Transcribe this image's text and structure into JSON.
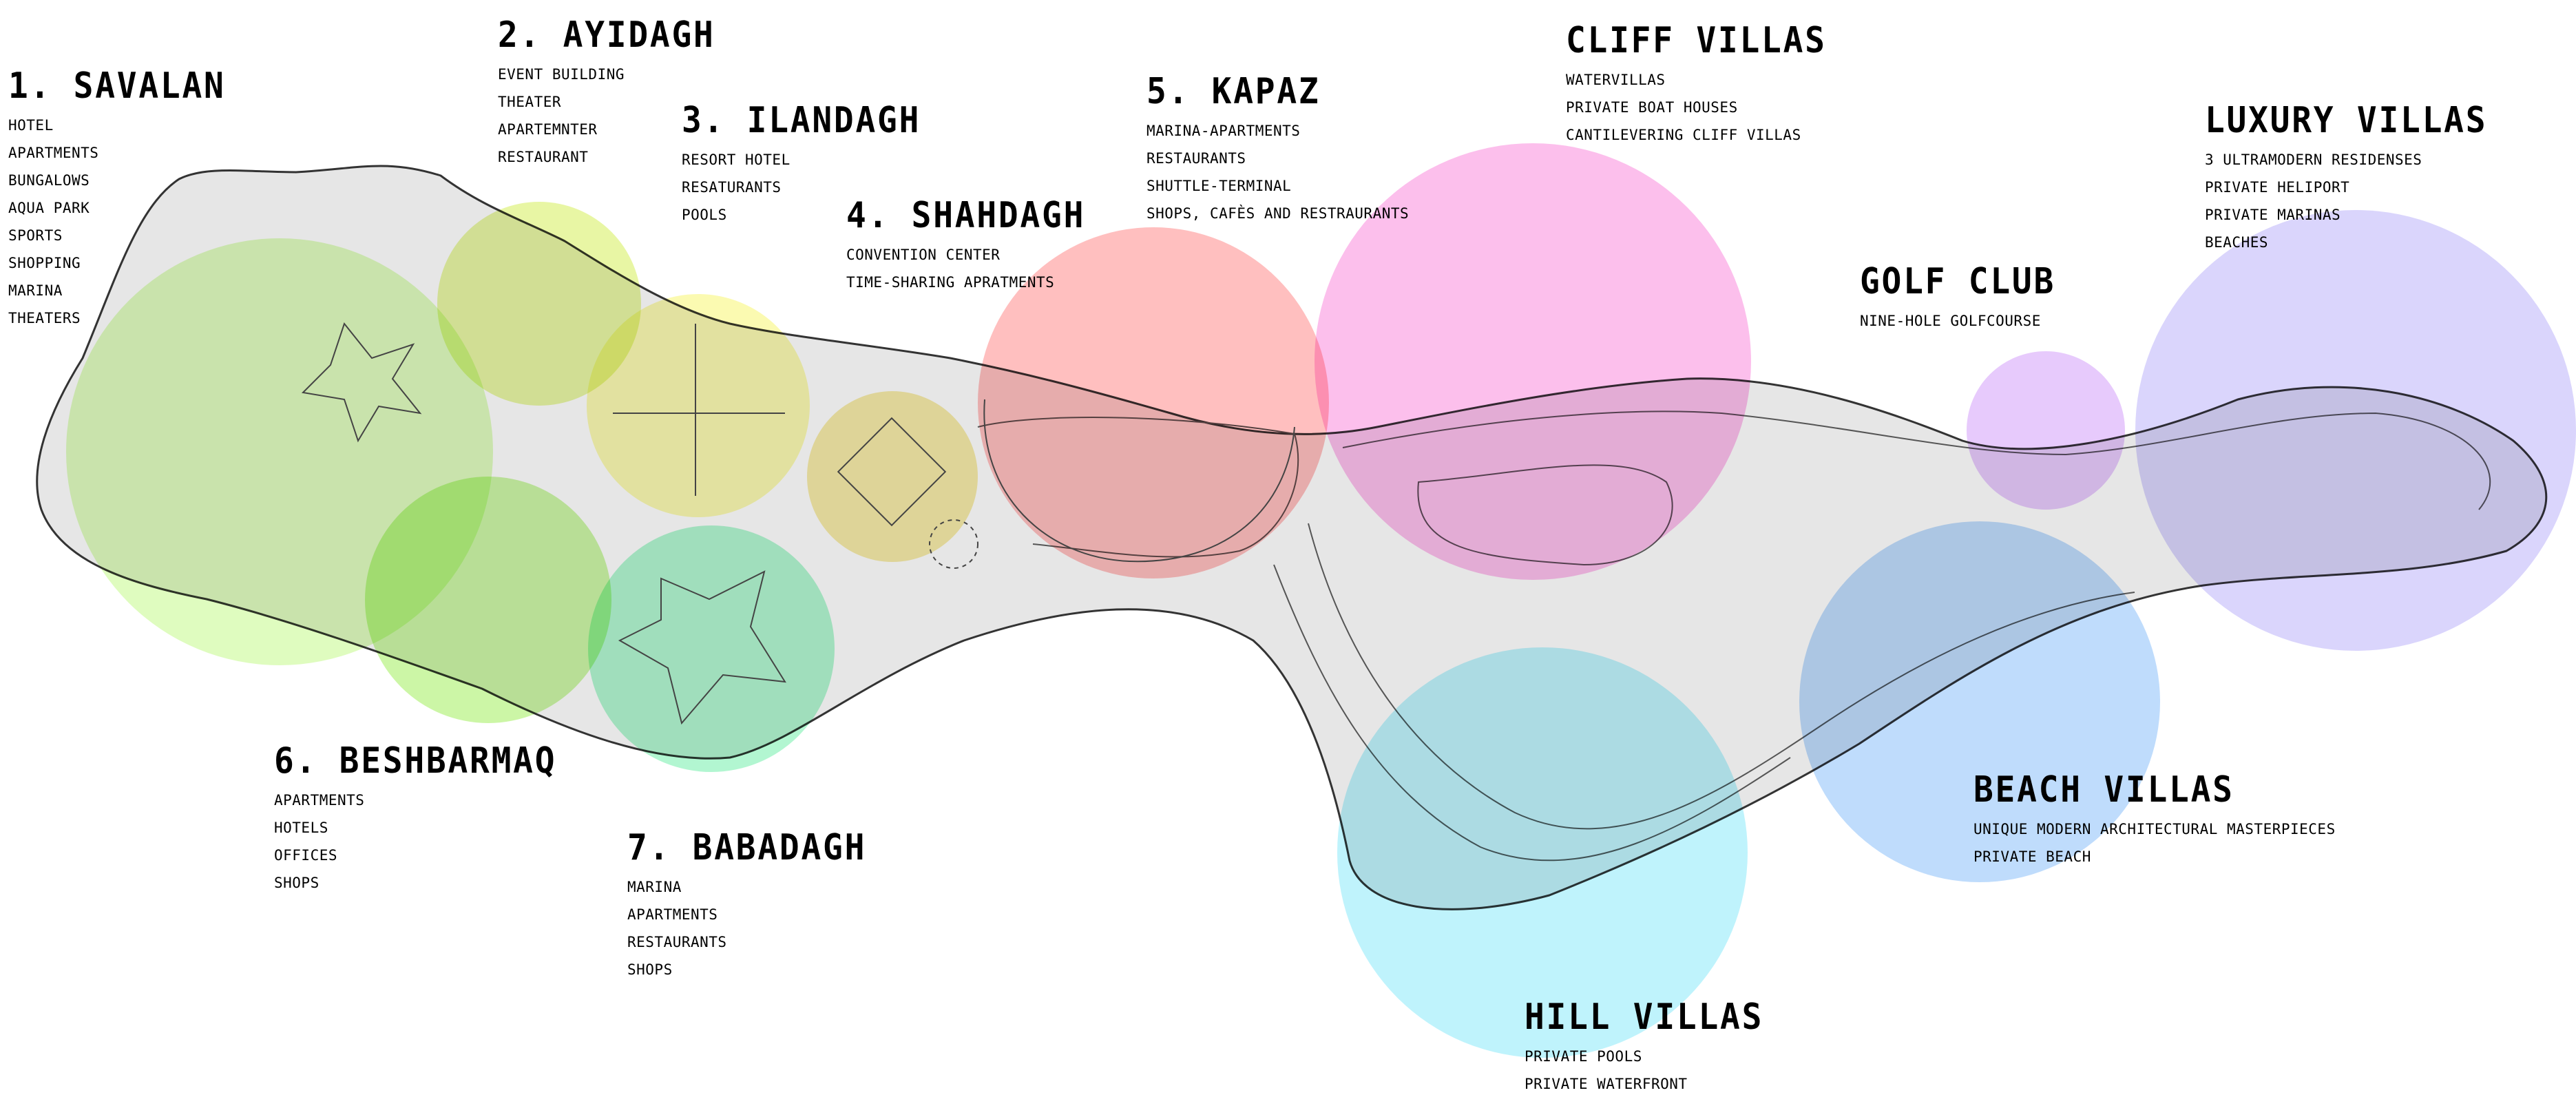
{
  "colors": {
    "savalan": "#dcfcb8",
    "ayidagh": "#e6f59a",
    "ilandagh": "#fbfaa8",
    "shahdagh": "#f5e9a0",
    "kapaz": "#ffb8b8",
    "cliff_villas": "#fcb8ea",
    "golf_club": "#e4c4fc",
    "luxury_villas": "#d6d0fc",
    "beshbarmaq": "#c6f59c",
    "babadagh": "#aaf5cc",
    "beach_villas": "#b8d8fc",
    "hill_villas": "#b8f2fc",
    "land": "#e6e6e6"
  },
  "zones": {
    "savalan": {
      "title": "1. Savalan",
      "items": [
        "Hotel",
        "Apartments",
        "Bungalows",
        "Aqua Park",
        "Sports",
        "Shopping",
        "Marina",
        "Theaters"
      ]
    },
    "ayidagh": {
      "title": "2. Ayidagh",
      "items": [
        "Event Building",
        "Theater",
        "Apartemnter",
        "Restaurant"
      ]
    },
    "ilandagh": {
      "title": "3. Ilandagh",
      "items": [
        "Resort Hotel",
        "Resaturants",
        "Pools"
      ]
    },
    "shahdagh": {
      "title": "4. Shahdagh",
      "items": [
        "Convention Center",
        "Time-Sharing Apratments"
      ]
    },
    "kapaz": {
      "title": "5. Kapaz",
      "items": [
        "Marina-Apartments",
        "Restaurants",
        "Shuttle-Terminal",
        "Shops, Cafès and Restraurants"
      ]
    },
    "cliff_villas": {
      "title": "Cliff Villas",
      "items": [
        "Watervillas",
        "Private Boat Houses",
        "Cantilevering Cliff Villas"
      ]
    },
    "golf_club": {
      "title": "Golf Club",
      "items": [
        "Nine-Hole Golfcourse"
      ]
    },
    "luxury_villas": {
      "title": "Luxury Villas",
      "items": [
        "3 Ultramodern Residenses",
        "Private Heliport",
        "Private Marinas",
        "Beaches"
      ]
    },
    "beshbarmaq": {
      "title": "6. Beshbarmaq",
      "items": [
        "Apartments",
        "Hotels",
        "Offices",
        "Shops"
      ]
    },
    "babadagh": {
      "title": "7. Babadagh",
      "items": [
        "Marina",
        "Apartments",
        "Restaurants",
        "Shops"
      ]
    },
    "beach_villas": {
      "title": "Beach Villas",
      "items": [
        "Unique Modern Architectural Masterpieces",
        "Private Beach"
      ]
    },
    "hill_villas": {
      "title": "Hill Villas",
      "items": [
        "Private Pools",
        "Private Waterfront"
      ]
    }
  }
}
